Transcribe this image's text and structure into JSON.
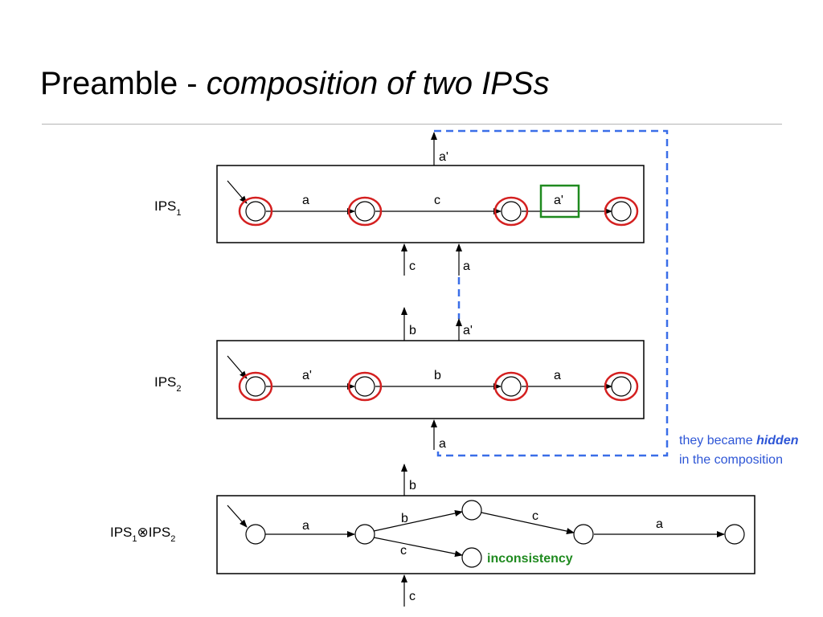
{
  "title": {
    "prefix": "Preamble - ",
    "emphasis": "composition of two IPSs"
  },
  "ips1": {
    "name": "IPS",
    "subscript": "1",
    "transitions": [
      "a",
      "c",
      "a'"
    ],
    "outputs": [
      "a'"
    ],
    "inputs": [
      "c",
      "a"
    ],
    "highlighted_label": "a'"
  },
  "ips2": {
    "name": "IPS",
    "subscript": "2",
    "transitions": [
      "a'",
      "b",
      "a"
    ],
    "outputs": [
      "b",
      "a'"
    ],
    "inputs": [
      "a"
    ]
  },
  "composition": {
    "name_left": "IPS",
    "sub_left": "1",
    "operator": "⊗",
    "name_right": "IPS",
    "sub_right": "2",
    "transitions": [
      "a",
      "b",
      "c",
      "c",
      "a"
    ],
    "outputs": [
      "b"
    ],
    "inputs": [
      "c"
    ],
    "inconsistency": "inconsistency"
  },
  "note": {
    "line1_prefix": "they became ",
    "line1_emphasis": "hidden",
    "line2": "in the composition"
  },
  "colors": {
    "state_highlight": "#d42020",
    "highlight_box": "#1f8a1f",
    "dashed": "#3a6ee8",
    "note": "#2e56d6"
  }
}
